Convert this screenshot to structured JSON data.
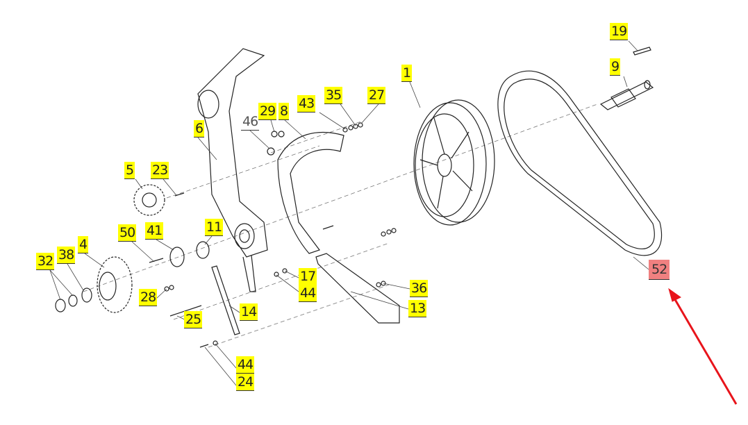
{
  "diagram": {
    "type": "exploded-parts-diagram",
    "highlight_color": "#ffff00",
    "selected_color": "#f08080",
    "arrow_color": "#e8141b",
    "labels": {
      "p19": "19",
      "p9": "9",
      "p1": "1",
      "p43": "43",
      "p35": "35",
      "p27": "27",
      "p29": "29",
      "p8": "8",
      "p46": "46",
      "p6": "6",
      "p5": "5",
      "p23": "23",
      "p50": "50",
      "p41": "41",
      "p11": "11",
      "p32": "32",
      "p38": "38",
      "p4": "4",
      "p28": "28",
      "p17": "17",
      "p44a": "44",
      "p36": "36",
      "p13": "13",
      "p25": "25",
      "p14": "14",
      "p44b": "44",
      "p24": "24",
      "p52": "52"
    }
  }
}
